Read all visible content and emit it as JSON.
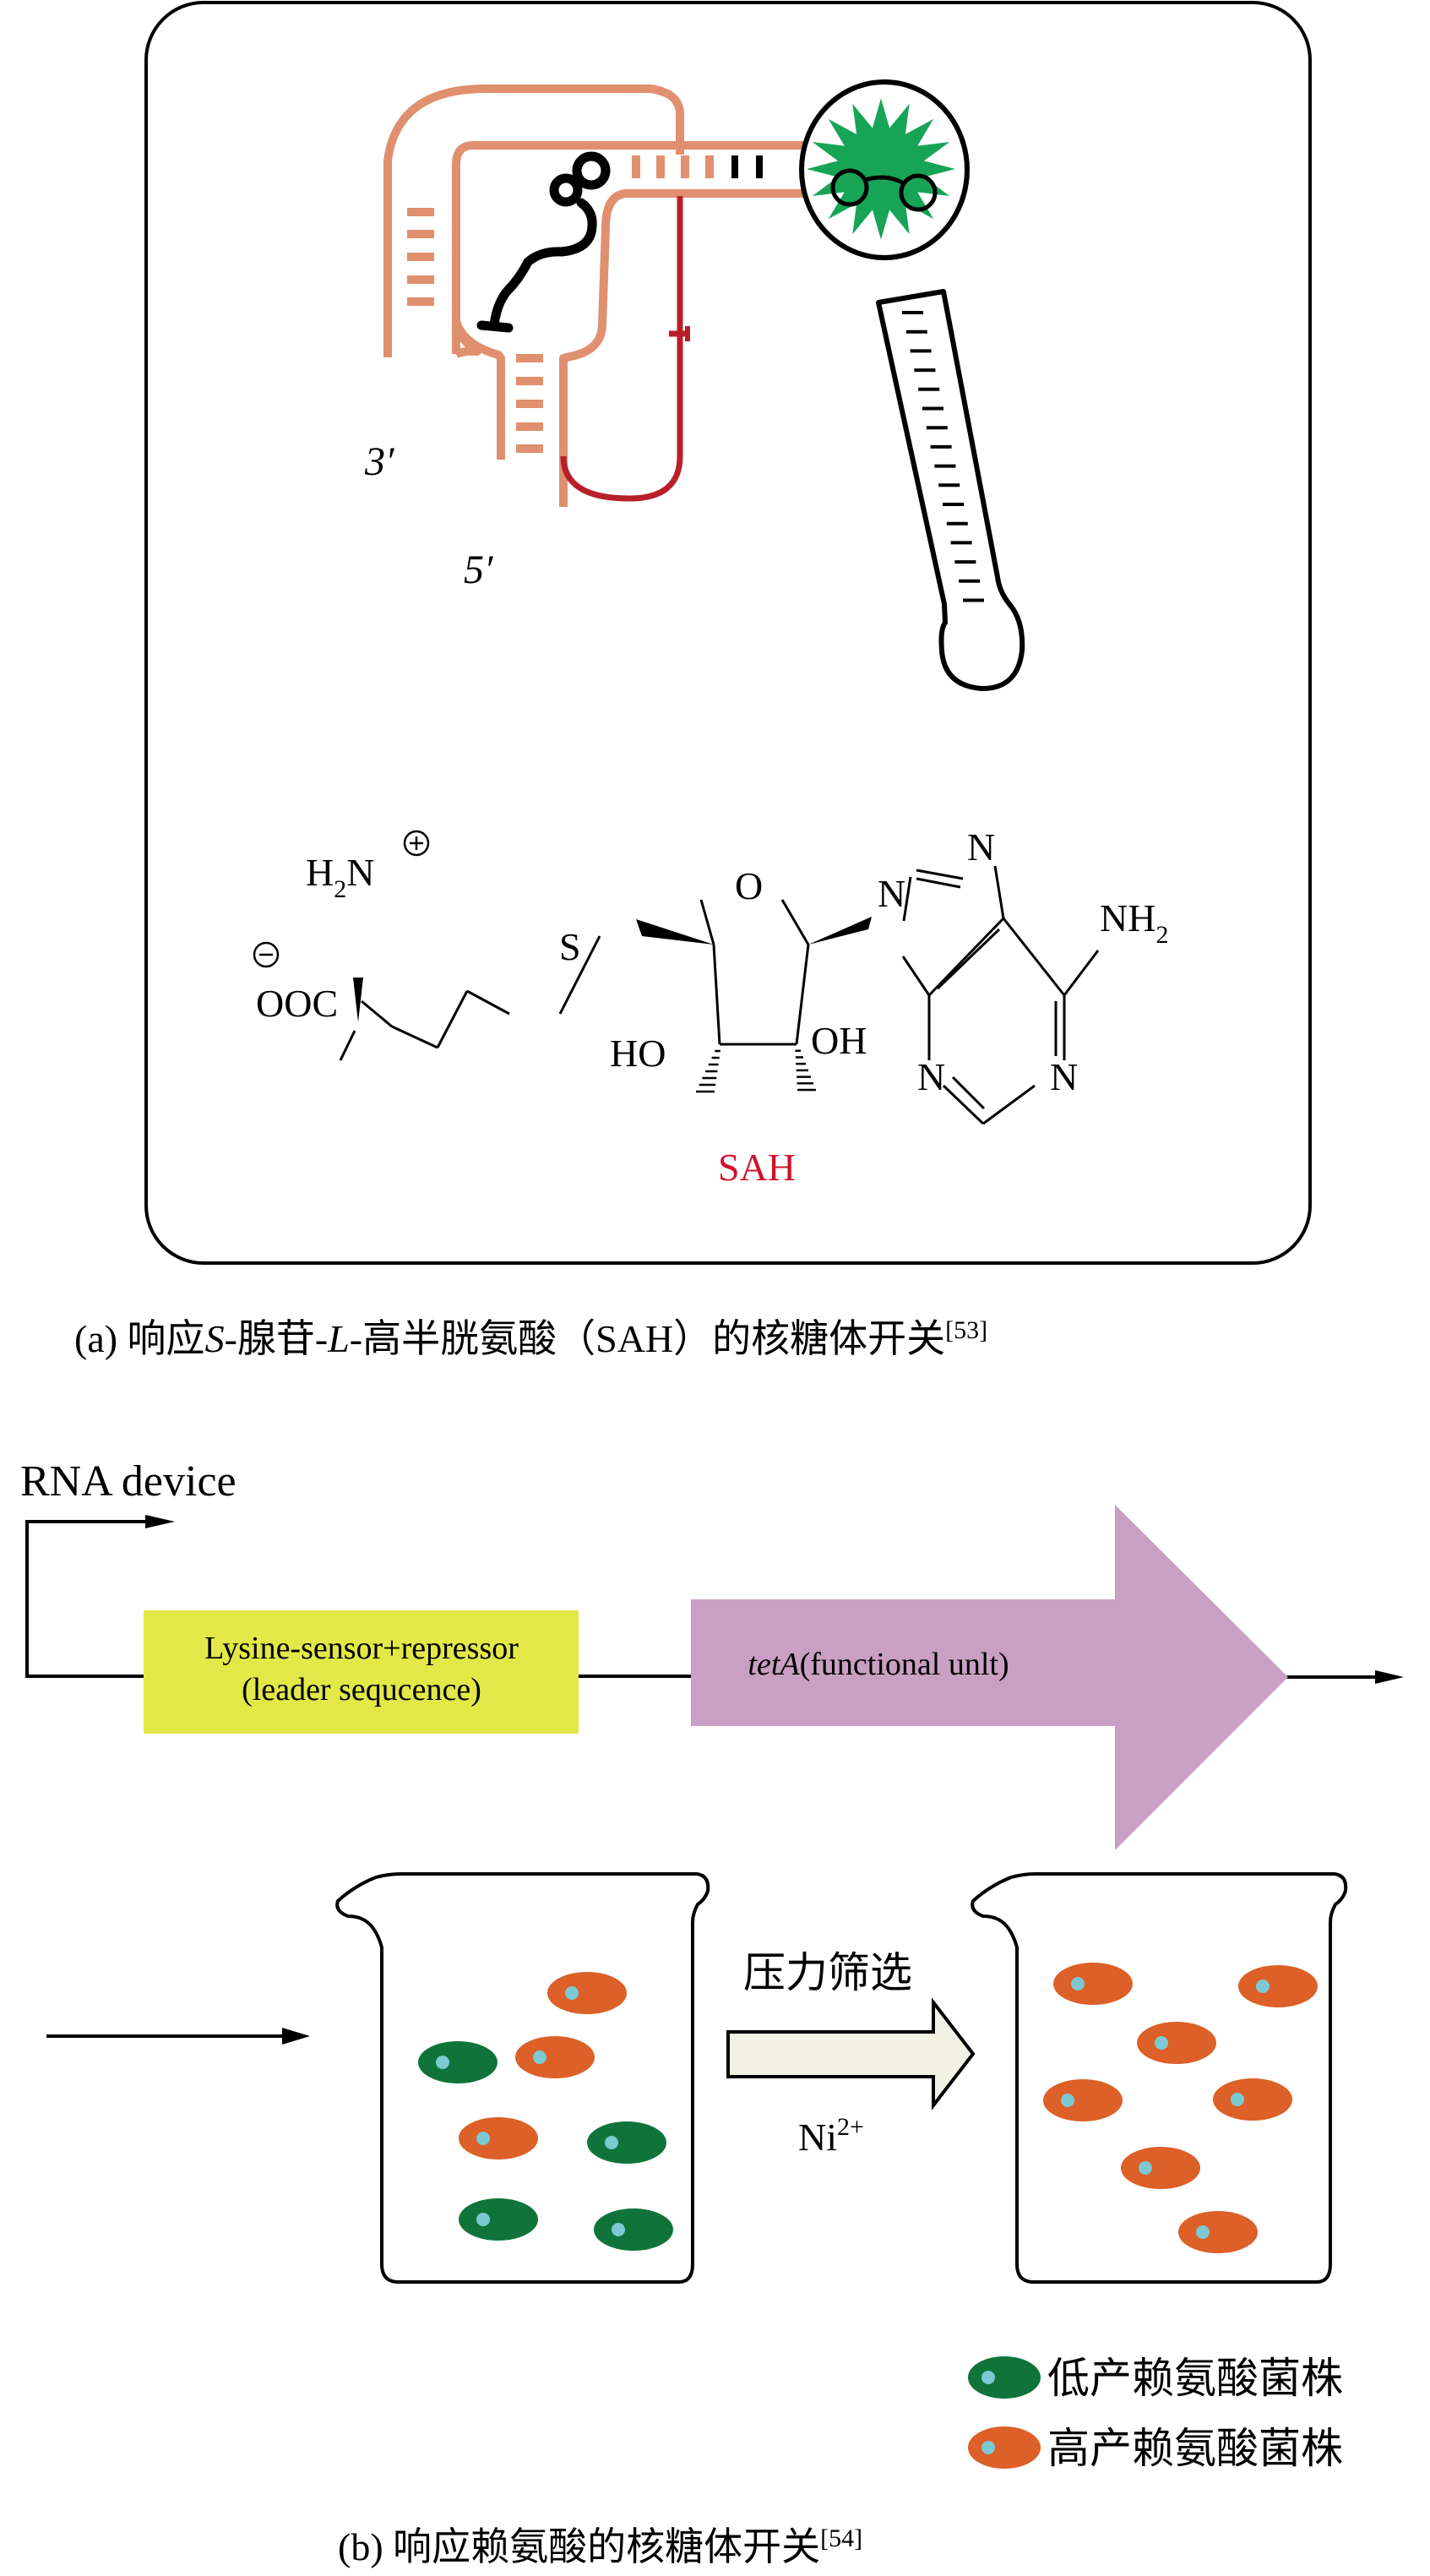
{
  "panel_a": {
    "caption": {
      "prefix": "(a) 响应",
      "s_italic": "S",
      "part2": "-腺苷-",
      "l_italic": "L",
      "part3": "-高半胱氨酸（SAH）的核糖体开关",
      "ref": "[53]"
    },
    "labels": {
      "three_prime": "3′",
      "five_prime": "5′"
    },
    "molecule": {
      "name": "SAH",
      "name_color": "#d0112b",
      "atoms": {
        "h2n": "H",
        "h2n_sub": "2",
        "h2n_n": "N",
        "plus": "+",
        "minus": "−",
        "carboxylate": "OOC",
        "sulfur": "S",
        "ring_oxygen": "O",
        "ho_left": "HO",
        "oh_right": "OH",
        "n9": "N",
        "n7": "N",
        "n3": "N",
        "n1": "N",
        "nh2": "NH",
        "nh2_sub": "2"
      }
    },
    "colors": {
      "rna_strand": "#e0906e",
      "expression_strand": "#b81f2a",
      "fluorophore": "#17a457"
    }
  },
  "panel_b": {
    "rna_device_label": "RNA device",
    "sensor_box": {
      "line1": "Lysine-sensor+repressor",
      "line2": "(leader sequcence)",
      "color": "#e3e848"
    },
    "gene_arrow": {
      "italic": "tetA",
      "rest": "(functional unlt)",
      "color": "#c9a0c4"
    },
    "selection": {
      "label": "压力筛选",
      "agent": "Ni",
      "agent_sup": "2+",
      "arrow_color": "#f1f2e4"
    },
    "beaker_before": {
      "cells": [
        {
          "type": "high"
        },
        {
          "type": "low"
        },
        {
          "type": "high"
        },
        {
          "type": "high"
        },
        {
          "type": "low"
        },
        {
          "type": "low"
        },
        {
          "type": "low"
        }
      ]
    },
    "beaker_after": {
      "cells": [
        {
          "type": "high"
        },
        {
          "type": "high"
        },
        {
          "type": "high"
        },
        {
          "type": "high"
        },
        {
          "type": "high"
        },
        {
          "type": "high"
        },
        {
          "type": "high"
        }
      ]
    },
    "legend": [
      {
        "label": "低产赖氨酸菌株",
        "type": "low"
      },
      {
        "label": "高产赖氨酸菌株",
        "type": "high"
      }
    ],
    "cell_colors": {
      "low": "#10743a",
      "high": "#dc6027",
      "nucleus": "#7cc9d4"
    },
    "caption": {
      "text": "(b) 响应赖氨酸的核糖体开关",
      "ref": "[54]"
    }
  }
}
